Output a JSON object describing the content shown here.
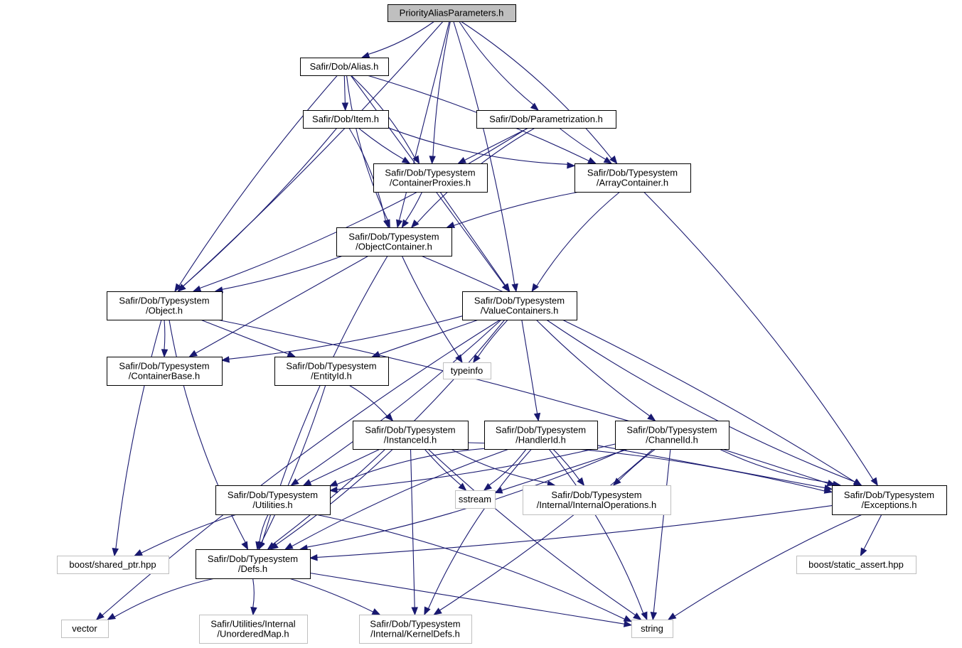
{
  "graph": {
    "title": "PriorityAliasParameters.h",
    "edge_color": "#191970",
    "root_fill": "#bfbfbf",
    "system_border": "#bfbfbf",
    "nodes": [
      {
        "id": "root",
        "kind": "root",
        "lines": [
          "PriorityAliasParameters.h"
        ]
      },
      {
        "id": "alias",
        "kind": "local",
        "lines": [
          "Safir/Dob/Alias.h"
        ]
      },
      {
        "id": "item",
        "kind": "local",
        "lines": [
          "Safir/Dob/Item.h"
        ]
      },
      {
        "id": "param",
        "kind": "local",
        "lines": [
          "Safir/Dob/Parametrization.h"
        ]
      },
      {
        "id": "proxies",
        "kind": "local",
        "lines": [
          "Safir/Dob/Typesystem",
          "/ContainerProxies.h"
        ]
      },
      {
        "id": "array",
        "kind": "local",
        "lines": [
          "Safir/Dob/Typesystem",
          "/ArrayContainer.h"
        ]
      },
      {
        "id": "objcont",
        "kind": "local",
        "lines": [
          "Safir/Dob/Typesystem",
          "/ObjectContainer.h"
        ]
      },
      {
        "id": "object",
        "kind": "local",
        "lines": [
          "Safir/Dob/Typesystem",
          "/Object.h"
        ]
      },
      {
        "id": "valcont",
        "kind": "local",
        "lines": [
          "Safir/Dob/Typesystem",
          "/ValueContainers.h"
        ]
      },
      {
        "id": "contbase",
        "kind": "local",
        "lines": [
          "Safir/Dob/Typesystem",
          "/ContainerBase.h"
        ]
      },
      {
        "id": "entityid",
        "kind": "local",
        "lines": [
          "Safir/Dob/Typesystem",
          "/EntityId.h"
        ]
      },
      {
        "id": "typeinfo",
        "kind": "system",
        "lines": [
          "typeinfo"
        ]
      },
      {
        "id": "instid",
        "kind": "local",
        "lines": [
          "Safir/Dob/Typesystem",
          "/InstanceId.h"
        ]
      },
      {
        "id": "handlerid",
        "kind": "local",
        "lines": [
          "Safir/Dob/Typesystem",
          "/HandlerId.h"
        ]
      },
      {
        "id": "channelid",
        "kind": "local",
        "lines": [
          "Safir/Dob/Typesystem",
          "/ChannelId.h"
        ]
      },
      {
        "id": "utilities",
        "kind": "local",
        "lines": [
          "Safir/Dob/Typesystem",
          "/Utilities.h"
        ]
      },
      {
        "id": "sstream",
        "kind": "system",
        "lines": [
          "sstream"
        ]
      },
      {
        "id": "internalops",
        "kind": "system",
        "lines": [
          "Safir/Dob/Typesystem",
          "/Internal/InternalOperations.h"
        ]
      },
      {
        "id": "exceptions",
        "kind": "local",
        "lines": [
          "Safir/Dob/Typesystem",
          "/Exceptions.h"
        ]
      },
      {
        "id": "sharedptr",
        "kind": "system",
        "lines": [
          "boost/shared_ptr.hpp"
        ]
      },
      {
        "id": "defs",
        "kind": "local",
        "lines": [
          "Safir/Dob/Typesystem",
          "/Defs.h"
        ]
      },
      {
        "id": "staticassert",
        "kind": "system",
        "lines": [
          "boost/static_assert.hpp"
        ]
      },
      {
        "id": "vector",
        "kind": "system",
        "lines": [
          "vector"
        ]
      },
      {
        "id": "unorderedmap",
        "kind": "system",
        "lines": [
          "Safir/Utilities/Internal",
          "/UnorderedMap.h"
        ]
      },
      {
        "id": "kerneldefs",
        "kind": "system",
        "lines": [
          "Safir/Dob/Typesystem",
          "/Internal/KernelDefs.h"
        ]
      },
      {
        "id": "string",
        "kind": "system",
        "lines": [
          "string"
        ]
      }
    ],
    "edges": [
      [
        "root",
        "alias"
      ],
      [
        "root",
        "object"
      ],
      [
        "root",
        "objcont"
      ],
      [
        "root",
        "proxies"
      ],
      [
        "root",
        "param"
      ],
      [
        "root",
        "array"
      ],
      [
        "root",
        "valcont"
      ],
      [
        "alias",
        "item"
      ],
      [
        "alias",
        "object"
      ],
      [
        "alias",
        "objcont"
      ],
      [
        "alias",
        "proxies"
      ],
      [
        "alias",
        "array"
      ],
      [
        "alias",
        "valcont"
      ],
      [
        "item",
        "proxies"
      ],
      [
        "item",
        "array"
      ],
      [
        "item",
        "objcont"
      ],
      [
        "item",
        "object"
      ],
      [
        "param",
        "proxies"
      ],
      [
        "param",
        "array"
      ],
      [
        "param",
        "objcont"
      ],
      [
        "param",
        "object"
      ],
      [
        "proxies",
        "objcont"
      ],
      [
        "proxies",
        "valcont"
      ],
      [
        "array",
        "objcont"
      ],
      [
        "array",
        "valcont"
      ],
      [
        "array",
        "exceptions"
      ],
      [
        "objcont",
        "object"
      ],
      [
        "objcont",
        "contbase"
      ],
      [
        "objcont",
        "typeinfo"
      ],
      [
        "objcont",
        "defs"
      ],
      [
        "objcont",
        "exceptions"
      ],
      [
        "object",
        "contbase"
      ],
      [
        "object",
        "entityid"
      ],
      [
        "object",
        "sharedptr"
      ],
      [
        "object",
        "defs"
      ],
      [
        "object",
        "exceptions"
      ],
      [
        "valcont",
        "contbase"
      ],
      [
        "valcont",
        "entityid"
      ],
      [
        "valcont",
        "typeinfo"
      ],
      [
        "valcont",
        "vector"
      ],
      [
        "valcont",
        "defs"
      ],
      [
        "valcont",
        "utilities"
      ],
      [
        "valcont",
        "handlerid"
      ],
      [
        "valcont",
        "channelid"
      ],
      [
        "valcont",
        "exceptions"
      ],
      [
        "entityid",
        "instid"
      ],
      [
        "entityid",
        "defs"
      ],
      [
        "instid",
        "utilities"
      ],
      [
        "instid",
        "sstream"
      ],
      [
        "instid",
        "internalops"
      ],
      [
        "instid",
        "exceptions"
      ],
      [
        "instid",
        "defs"
      ],
      [
        "instid",
        "kerneldefs"
      ],
      [
        "instid",
        "string"
      ],
      [
        "handlerid",
        "utilities"
      ],
      [
        "handlerid",
        "sstream"
      ],
      [
        "handlerid",
        "internalops"
      ],
      [
        "handlerid",
        "exceptions"
      ],
      [
        "handlerid",
        "defs"
      ],
      [
        "handlerid",
        "kerneldefs"
      ],
      [
        "handlerid",
        "string"
      ],
      [
        "channelid",
        "utilities"
      ],
      [
        "channelid",
        "sstream"
      ],
      [
        "channelid",
        "internalops"
      ],
      [
        "channelid",
        "exceptions"
      ],
      [
        "channelid",
        "defs"
      ],
      [
        "channelid",
        "kerneldefs"
      ],
      [
        "channelid",
        "string"
      ],
      [
        "utilities",
        "sharedptr"
      ],
      [
        "utilities",
        "defs"
      ],
      [
        "utilities",
        "string"
      ],
      [
        "exceptions",
        "defs"
      ],
      [
        "exceptions",
        "staticassert"
      ],
      [
        "exceptions",
        "string"
      ],
      [
        "defs",
        "vector"
      ],
      [
        "defs",
        "unorderedmap"
      ],
      [
        "defs",
        "kerneldefs"
      ],
      [
        "defs",
        "string"
      ]
    ]
  }
}
